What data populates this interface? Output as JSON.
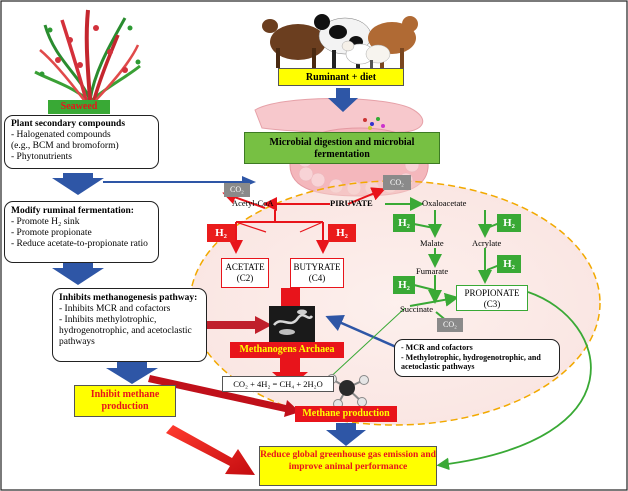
{
  "seaweed_label": "Seaweed",
  "plant_box": {
    "title": "Plant secondary compounds",
    "items": [
      "- Halogenated compounds",
      "(e.g., BCM and bromoform)",
      "- Phytonutrients"
    ]
  },
  "modify_box": {
    "title": "Modify ruminal fermentation:",
    "items": [
      "- Promote H₂ sink",
      "- Promote propionate",
      "- Reduce acetate-to-propionate ratio"
    ]
  },
  "inhibit_box": {
    "title": "Inhibits methanogenesis pathway:",
    "items": [
      "- Inhibits MCR and cofactors",
      "- Inhibits methylotrophic, hydrogenotrophic, and acetoclastic pathways"
    ]
  },
  "ruminant_label": "Ruminant + diet",
  "microbial_label": "Microbial digestion and microbial fermentation",
  "pathway": {
    "co2": "CO₂",
    "h2": "H₂",
    "acetyl_coa": "Acetyl-CoA",
    "piruvate": "PIRUVATE",
    "oxaloacetate": "Oxaloacetate",
    "malate": "Malate",
    "acrylate": "Acrylate",
    "fumarate": "Fumarate",
    "succinate": "Succinate",
    "acetate": [
      "ACETATE",
      "(C2)"
    ],
    "butyrate": [
      "BUTYRATE",
      "(C4)"
    ],
    "propionate": [
      "PROPIONATE",
      "(C3)"
    ]
  },
  "methanogens_label": "Methanogens Archaea",
  "mcr_box": {
    "items": [
      "- MCR and cofactors",
      "- Methylotrophic, hydrogenotrophic, and acetoclastic pathways"
    ]
  },
  "equation": "CO₂ + 4H₂ = CH₄ + 2H₂O",
  "inhibit_methane_label": "Inhibit methane production",
  "methane_production_label": "Methane production",
  "reduce_label": "Reduce global greenhouse gas emission and improve animal performance",
  "colors": {
    "red": "#e8141b",
    "green": "#39a935",
    "blue": "#2e56a6",
    "yellow": "#ffff00",
    "title_green": "#77c043"
  }
}
